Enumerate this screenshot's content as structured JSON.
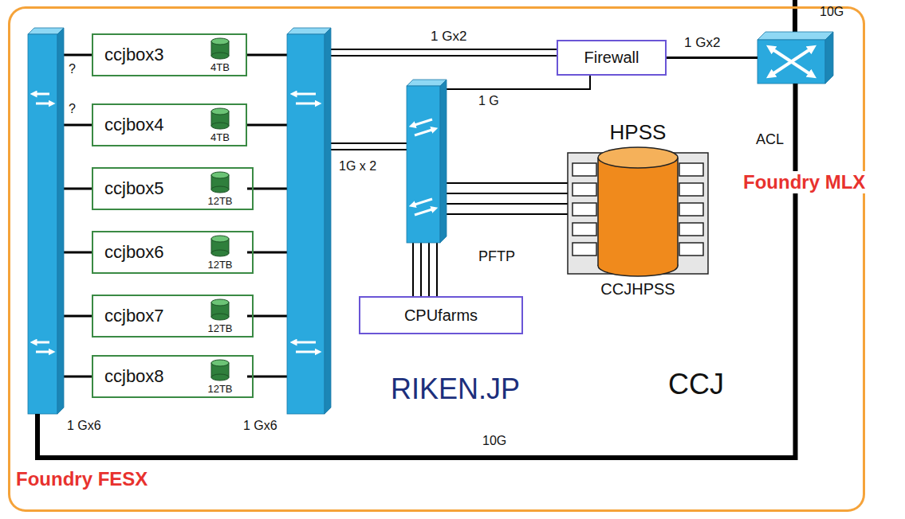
{
  "diagram": {
    "nodes": [
      {
        "text": [
          "RIKEN.JP",
          "CCJ"
        ]
      },
      {
        "text": [
          "Foundry FESX"
        ],
        "in": 0
      },
      {
        "text": [
          "ccjbox3",
          "4TB"
        ],
        "in": 0
      },
      {
        "text": [
          "ccjbox4",
          "4TB"
        ],
        "in": 0
      },
      {
        "text": [
          "ccjbox5",
          "12TB"
        ],
        "in": 0
      },
      {
        "text": [
          "ccjbox6",
          "12TB"
        ],
        "in": 0
      },
      {
        "text": [
          "ccjbox7",
          "12TB"
        ],
        "in": 0
      },
      {
        "text": [
          "ccjbox8",
          "12TB"
        ],
        "in": 0
      },
      {
        "text": [
          "Firewall"
        ],
        "in": 0
      },
      {
        "text": [
          "ACL",
          "Foundry MLX"
        ],
        "in": 0
      },
      {
        "text": [
          "HPSS",
          "CCJHPSS"
        ],
        "in": 0
      },
      {
        "text": [
          "CPUfarms"
        ],
        "in": 0
      }
    ],
    "edges": [
      {
        "from": 1,
        "to": 9,
        "label": "10G",
        "arrow": "none"
      },
      {
        "from": 8,
        "to": 9,
        "label": "1 Gx2",
        "arrow": "none"
      }
    ],
    "labels": [
      "?",
      "?",
      "1 Gx2",
      "1 G",
      "1G x 2",
      "PFTP",
      "1 Gx6",
      "1 Gx6",
      "10G"
    ]
  }
}
